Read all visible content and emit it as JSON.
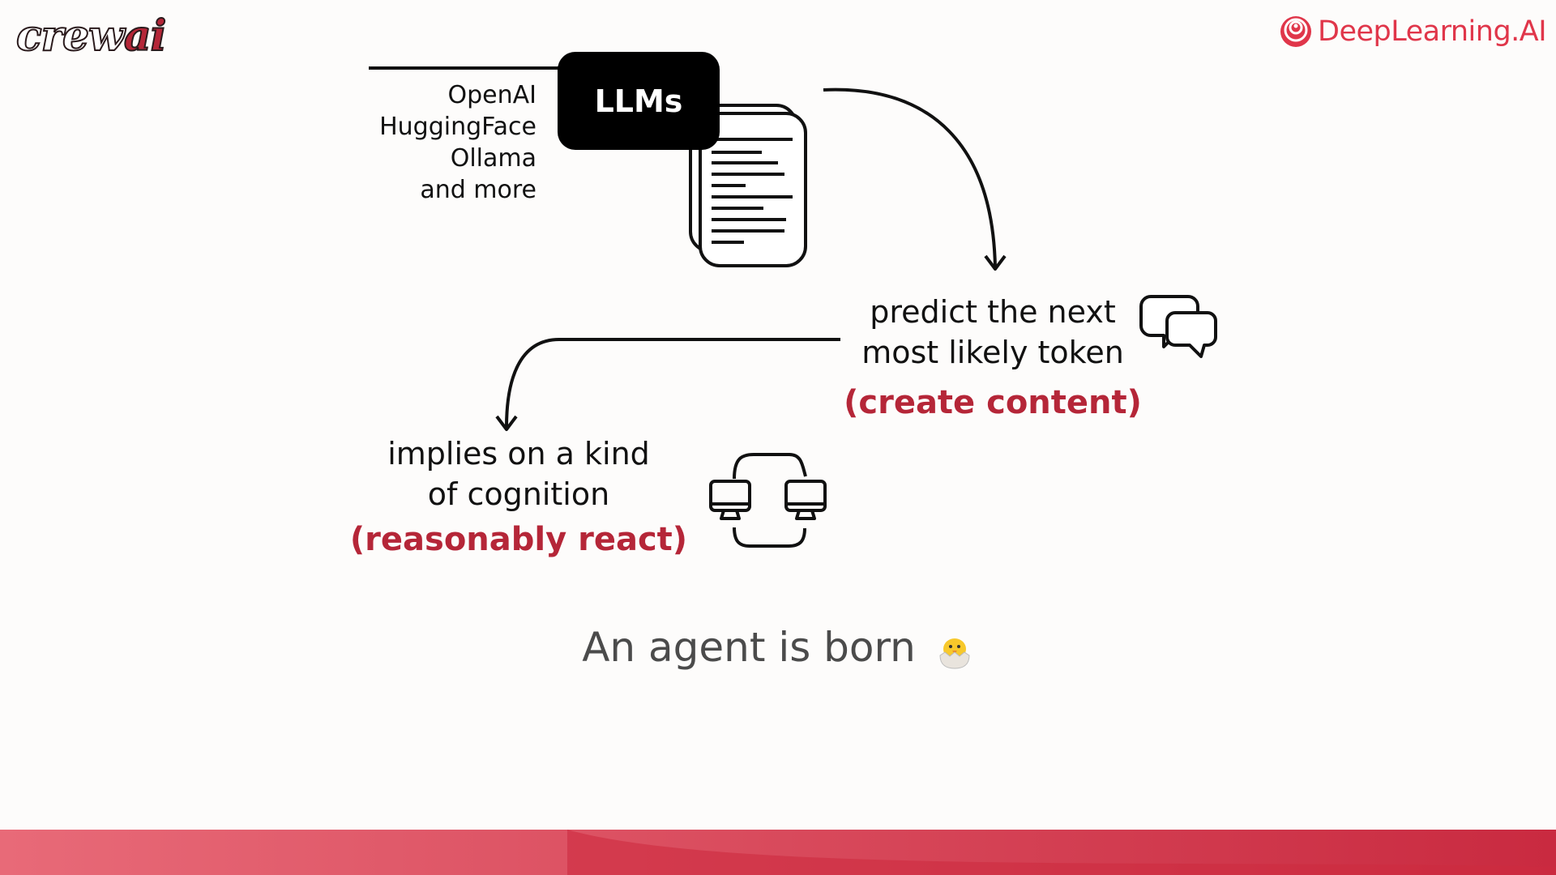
{
  "brand": {
    "left_logo": {
      "text_main": "crew",
      "text_accent": "ai"
    },
    "right_logo": {
      "text": "DeepLearning.AI"
    }
  },
  "colors": {
    "accent": "#b52638",
    "brand_red": "#e0364a",
    "caption_gray": "#4b4b4b",
    "footer_start": "#e86a78",
    "footer_end": "#c92a40"
  },
  "diagram": {
    "llm_label": "LLMs",
    "providers": [
      "OpenAI",
      "HuggingFace",
      "Ollama",
      "and more"
    ],
    "predict": {
      "line1": "predict the next",
      "line2": "most likely token",
      "accent": "(create content)"
    },
    "cognition": {
      "line1": "implies on a kind",
      "line2": "of cognition",
      "accent": "(reasonably react)"
    }
  },
  "caption": {
    "text": "An agent is born",
    "emoji": "hatching-chick"
  },
  "icons": [
    "document-stack-icon",
    "chat-bubbles-icon",
    "computers-exchange-icon",
    "curved-arrow-icon"
  ]
}
